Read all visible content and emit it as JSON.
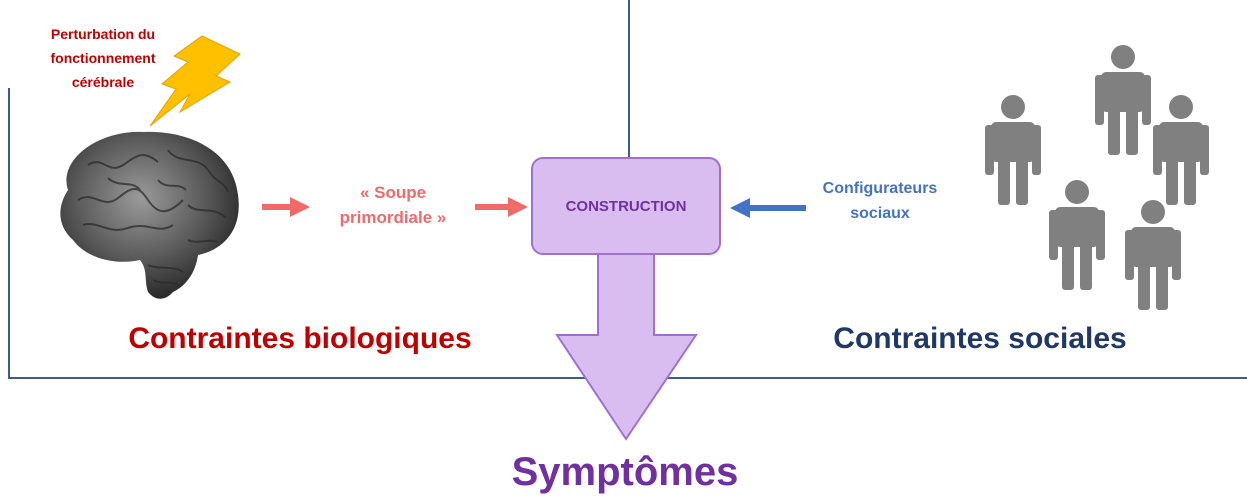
{
  "diagram": {
    "perturbation": {
      "lines": [
        "Perturbation du",
        "fonctionnement",
        "cérébrale"
      ]
    },
    "soupe": {
      "lines": [
        "« Soupe",
        "primordiale »"
      ]
    },
    "construction": "CONSTRUCTION",
    "configurateurs": {
      "lines": [
        "Configurateurs",
        "sociaux"
      ]
    },
    "contraintes_biologiques": "Contraintes biologiques",
    "contraintes_sociales": "Contraintes sociales",
    "symptomes": "Symptômes"
  },
  "colors": {
    "biological": "#c00000",
    "social": "#1f3864",
    "soupe": "#f06a6a",
    "configurateurs": "#4472c4",
    "construction_fill": "#d9bdf0",
    "construction_border": "#a070d0",
    "construction_text": "#7030a0",
    "lightning": "#ffc000",
    "person": "#808080",
    "brain": "#555555",
    "frame_lines": "#3a5a9a"
  },
  "icons": [
    "brain-icon",
    "lightning-icon",
    "person-icon"
  ]
}
